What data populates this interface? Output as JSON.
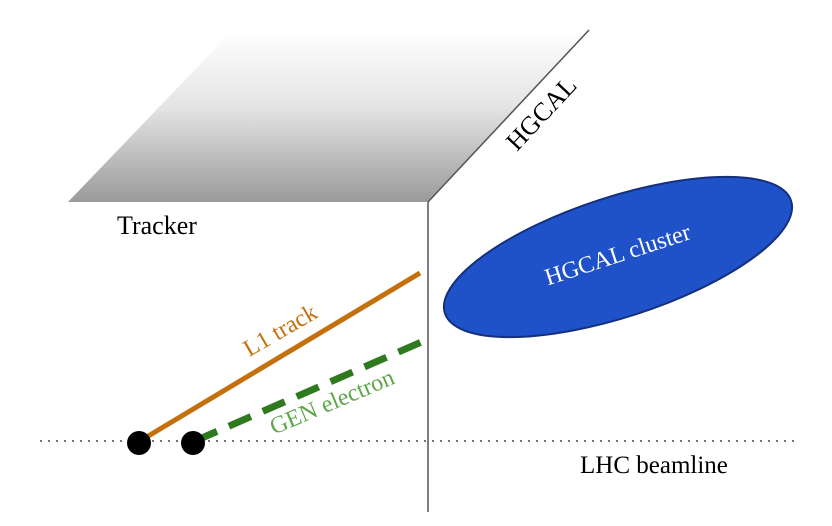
{
  "labels": {
    "tracker": "Tracker",
    "hgcal": "HGCAL",
    "cluster": "HGCAL cluster",
    "l1_track": "L1 track",
    "gen_electron": "GEN electron",
    "beamline": "LHC beamline"
  },
  "colors": {
    "l1_track": "#c5700f",
    "gen_electron": "#2f7a1f",
    "gen_electron_label": "#5fa64a",
    "cluster_fill": "#1f52c8",
    "cluster_stroke": "#14307c",
    "vertex": "#000000",
    "detector_edge": "#555555"
  }
}
